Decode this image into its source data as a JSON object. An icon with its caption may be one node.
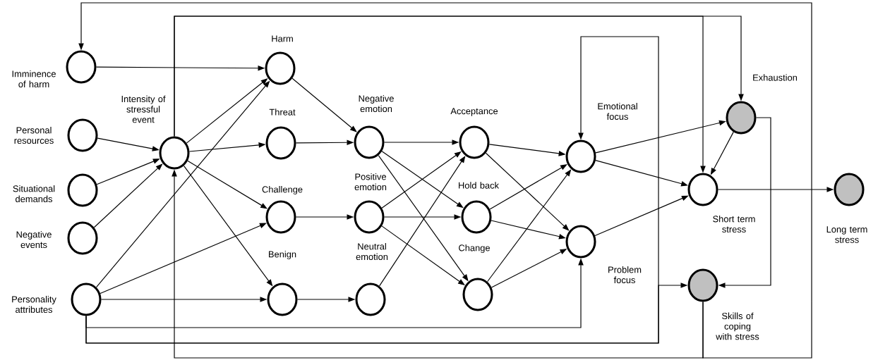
{
  "diagram": {
    "nodes": [
      {
        "text": [
          "Imminence of harm"
        ]
      },
      {
        "text": [
          "Personal resources"
        ]
      },
      {
        "text": [
          "Situational demands"
        ]
      },
      {
        "text": [
          "Negative events"
        ]
      },
      {
        "text": [
          "Personality attributes"
        ]
      },
      {
        "text": [
          "Intensity of stressful event"
        ]
      },
      {
        "text": [
          "Harm"
        ]
      },
      {
        "text": [
          "Threat"
        ]
      },
      {
        "text": [
          "Challenge"
        ]
      },
      {
        "text": [
          "Benign"
        ]
      },
      {
        "text": [
          "Negative emotion"
        ]
      },
      {
        "text": [
          "Positive emotion"
        ]
      },
      {
        "text": [
          "Neutral emotion"
        ]
      },
      {
        "text": [
          "Acceptance"
        ]
      },
      {
        "text": [
          "Hold back"
        ]
      },
      {
        "text": [
          "Change"
        ]
      },
      {
        "text": [
          "Emotional focus"
        ]
      },
      {
        "text": [
          "Problem focus"
        ]
      },
      {
        "text": [
          "Exhaustion"
        ]
      },
      {
        "text": [
          "Short term stress"
        ]
      },
      {
        "text": [
          "Skills of coping with stress"
        ]
      },
      {
        "text": [
          "Long term stress"
        ]
      }
    ],
    "edges": [
      {
        "from": 0,
        "to": 6,
        "arrow": "to"
      },
      {
        "from": 1,
        "to": 5,
        "arrow": "to"
      },
      {
        "from": 2,
        "to": 5,
        "arrow": "to"
      },
      {
        "from": 3,
        "to": 5,
        "arrow": "to"
      },
      {
        "from": 4,
        "to": 6,
        "arrow": "to"
      },
      {
        "from": 4,
        "to": 8,
        "arrow": "to"
      },
      {
        "from": 4,
        "to": 9,
        "arrow": "to"
      },
      {
        "from": 4,
        "to": 17,
        "arrow": "to"
      },
      {
        "from": 4,
        "to": 16,
        "arrow": "to"
      },
      {
        "from": 4,
        "to": 20,
        "arrow": "to"
      },
      {
        "from": 5,
        "to": 6,
        "arrow": "to"
      },
      {
        "from": 5,
        "to": 7,
        "arrow": "to"
      },
      {
        "from": 5,
        "to": 8,
        "arrow": "to"
      },
      {
        "from": 5,
        "to": 9,
        "arrow": "to"
      },
      {
        "from": 5,
        "to": 18,
        "arrow": "to"
      },
      {
        "from": 5,
        "to": 19,
        "arrow": "to"
      },
      {
        "from": 20,
        "to": 5,
        "arrow": "to"
      },
      {
        "from": 20,
        "to": 0,
        "arrow": "to"
      },
      {
        "from": 6,
        "to": 10,
        "arrow": "to"
      },
      {
        "from": 7,
        "to": 10,
        "arrow": "to"
      },
      {
        "from": 8,
        "to": 11,
        "arrow": "to"
      },
      {
        "from": 9,
        "to": 12,
        "arrow": "to"
      },
      {
        "from": 10,
        "to": 13,
        "arrow": "to"
      },
      {
        "from": 10,
        "to": 14,
        "arrow": "to"
      },
      {
        "from": 10,
        "to": 15,
        "arrow": "to"
      },
      {
        "from": 11,
        "to": 13,
        "arrow": "to"
      },
      {
        "from": 11,
        "to": 14,
        "arrow": "to"
      },
      {
        "from": 11,
        "to": 15,
        "arrow": "to"
      },
      {
        "from": 12,
        "to": 13,
        "arrow": "to"
      },
      {
        "from": 13,
        "to": 16,
        "arrow": "to"
      },
      {
        "from": 13,
        "to": 17,
        "arrow": "to"
      },
      {
        "from": 14,
        "to": 16,
        "arrow": "to"
      },
      {
        "from": 14,
        "to": 17,
        "arrow": "to"
      },
      {
        "from": 15,
        "to": 16,
        "arrow": "to"
      },
      {
        "from": 15,
        "to": 17,
        "arrow": "to"
      },
      {
        "from": 16,
        "to": 18,
        "arrow": "to"
      },
      {
        "from": 16,
        "to": 19,
        "arrow": "to"
      },
      {
        "from": 17,
        "to": 19,
        "arrow": "to"
      },
      {
        "from": 18,
        "to": 19,
        "arrow": "to"
      },
      {
        "from": 18,
        "to": 20,
        "arrow": "to"
      },
      {
        "from": 19,
        "to": 21,
        "arrow": "to"
      }
    ]
  }
}
